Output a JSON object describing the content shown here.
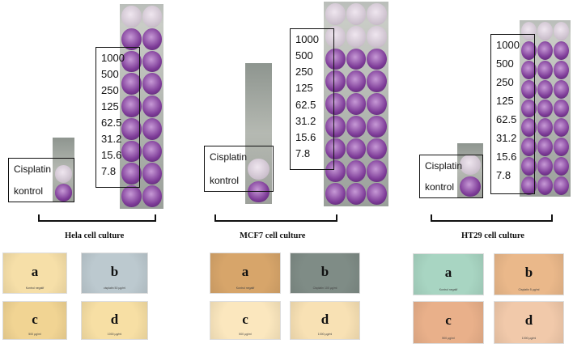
{
  "concentrations": [
    "1000",
    "500",
    "250",
    "125",
    "62.5",
    "31.2",
    "15.6",
    "7.8"
  ],
  "control_labels": {
    "cisplatin": "Cisplatin",
    "kontrol": "kontrol"
  },
  "panels": [
    {
      "caption": "Hela cell culture",
      "micrographs": [
        {
          "letter": "a",
          "label": "Kontrol negatif",
          "color": "#f6dfa8"
        },
        {
          "letter": "b",
          "label": "cisplatin 50 µg/ml",
          "color": "#bcc9cf"
        },
        {
          "letter": "c",
          "label": "500 µg/ml",
          "color": "#f1d493"
        },
        {
          "letter": "d",
          "label": "1000 µg/ml",
          "color": "#f7dfa4"
        }
      ]
    },
    {
      "caption": "MCF7 cell culture",
      "micrographs": [
        {
          "letter": "a",
          "label": "Kontrol negatif",
          "color": "#d7a56a"
        },
        {
          "letter": "b",
          "label": "Cisplatin 100 µg/ml",
          "color": "#7f8c86"
        },
        {
          "letter": "c",
          "label": "500 µg/ml",
          "color": "#fbe7be"
        },
        {
          "letter": "d",
          "label": "1000 µg/ml",
          "color": "#f8e1b4"
        }
      ]
    },
    {
      "caption": "HT29 cell culture",
      "micrographs": [
        {
          "letter": "a",
          "label": "Kontrol negatif",
          "color": "#a8d5c2"
        },
        {
          "letter": "b",
          "label": "Cisplatin 5 µg/ml",
          "color": "#eab88a"
        },
        {
          "letter": "c",
          "label": "500 µg/ml",
          "color": "#e9b08a"
        },
        {
          "letter": "d",
          "label": "1000 µg/ml",
          "color": "#f1c9aa"
        }
      ]
    }
  ]
}
